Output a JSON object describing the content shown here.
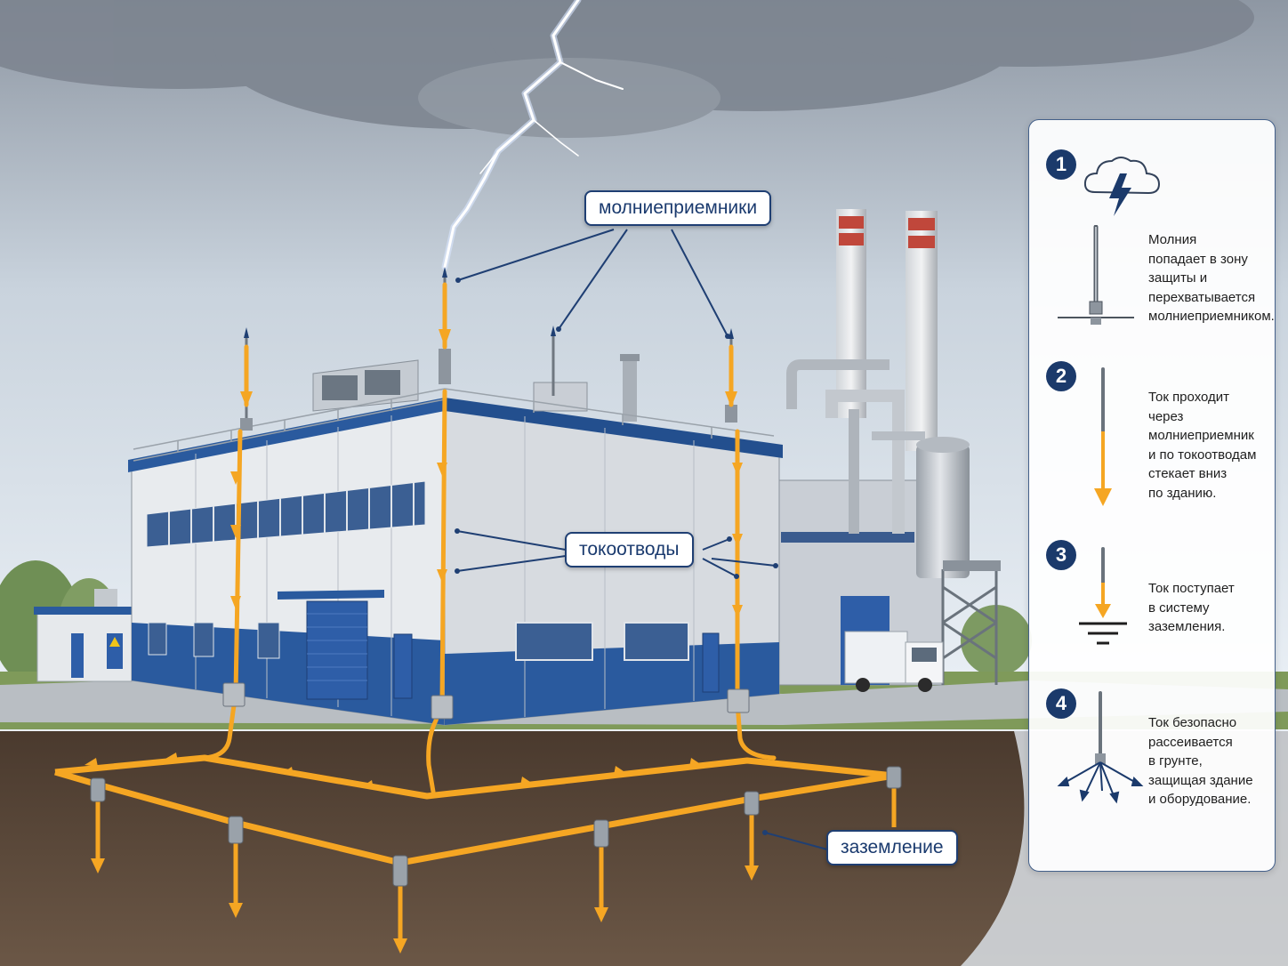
{
  "labels": {
    "air_terminals": "молниеприемники",
    "down_conductors": "токоотводы",
    "grounding": "заземление"
  },
  "steps": [
    {
      "number": "1",
      "text": "Молния\nпопадает в зону\nзащиты и\nперехватывается\nмолниеприемником."
    },
    {
      "number": "2",
      "text": "Ток проходит\nчерез\nмолниеприемник\nи по токоотводам\nстекает вниз\nпо зданию."
    },
    {
      "number": "3",
      "text": "Ток поступает\nв систему\nзаземления."
    },
    {
      "number": "4",
      "text": "Ток безопасно\nрассеивается\nв грунте,\nзащищая здание\nи оборудование."
    }
  ],
  "colors": {
    "current": "#f5a623",
    "facade_blue": "#2a5a9e",
    "label_border": "#1f3f73",
    "soil": "#5e4a3a"
  }
}
